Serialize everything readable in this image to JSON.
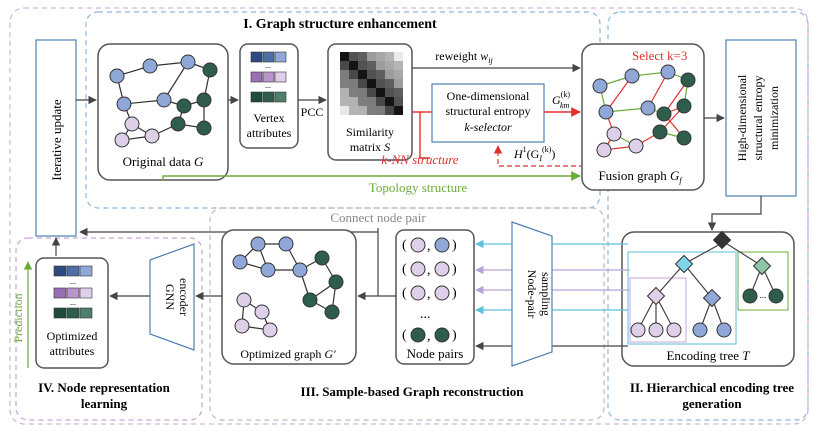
{
  "sections": {
    "s1": "I. Graph structure enhancement",
    "s2_line1": "II. Hierarchical encoding tree",
    "s2_line2": "generation",
    "s3": "III. Sample-based Graph reconstruction",
    "s4_line1": "IV. Node representation",
    "s4_line2": "learning"
  },
  "labels": {
    "iterative_update": "Iterative update",
    "original_data": "Original data",
    "original_data_sym": "G",
    "vertex_attr_1": "Vertex",
    "vertex_attr_2": "attributes",
    "pcc": "PCC",
    "similarity_1": "Similarity",
    "similarity_2": "matrix",
    "similarity_sym": "S",
    "reweight": "reweight",
    "reweight_sym": "w",
    "reweight_sub": "ij",
    "one_dim_1": "One-dimensional",
    "one_dim_2": "structural entropy",
    "one_dim_3": "k-selector",
    "select_k": "Select k=3",
    "g_km": "G",
    "g_km_sub": "km",
    "g_km_sup": "(k)",
    "h1": "H",
    "h1_sup": "1",
    "h1_arg": "(G",
    "h1_arg_sub": "I",
    "h1_arg_sup": "(k)",
    "h1_close": ")",
    "knn": "k-NN structure",
    "topology": "Topology structure",
    "fusion": "Fusion graph",
    "fusion_sym": "G",
    "fusion_sub": "f",
    "hd_1": "High-dimensional",
    "hd_2": "structural entropy",
    "hd_3": "minimization",
    "connect_pair": "Connect node pair",
    "node_pair_sampling_1": "Node-pair",
    "node_pair_sampling_2": "sampling",
    "node_pairs": "Node pairs",
    "encoding_tree": "Encoding tree",
    "encoding_tree_sym": "T",
    "optimized_graph": "Optimized graph",
    "optimized_graph_sym": "G′",
    "gnn_1": "GNN",
    "gnn_2": "encoder",
    "optimized_attr_1": "Optimized",
    "optimized_attr_2": "attributes",
    "prediction": "Prediction",
    "ellipsis": "...",
    "pair_comma": ","
  },
  "colors": {
    "blue_node": "#8fa8d8",
    "green_node": "#2e5e4b",
    "lavender_node": "#ddd0e8",
    "knn_red": "#e03030",
    "topology_green": "#6bab3b",
    "s1_border": "#8fb7dd",
    "s2_border": "#8fb7dd",
    "s3_border": "#bbbbbb",
    "s4_border": "#c9a3d6",
    "cyan_arrow": "#5bc0de",
    "purple_arrow": "#b9a3d4"
  },
  "icons": [
    "diamond-dark-icon",
    "diamond-blue-icon",
    "diamond-green-icon",
    "diamond-lavender-icon"
  ]
}
